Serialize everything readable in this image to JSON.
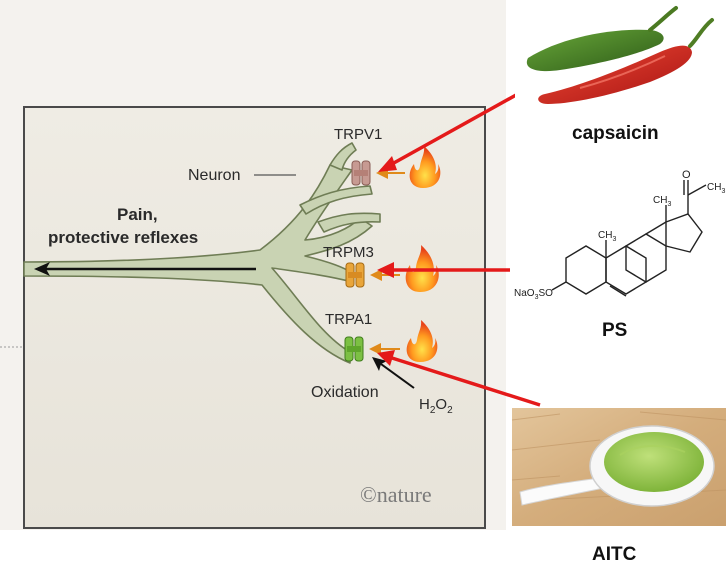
{
  "figure": {
    "channels": {
      "trpv1": "TRPV1",
      "trpm3": "TRPM3",
      "trpa1": "TRPA1"
    },
    "neuron_label": "Neuron",
    "pain_label_line1": "Pain,",
    "pain_label_line2": "protective reflexes",
    "oxidation_label": "Oxidation",
    "h2o2": {
      "h": "H",
      "sub1": "2",
      "o": "O",
      "sub2": "2"
    },
    "credit": "©nature"
  },
  "stimuli": {
    "capsaicin": {
      "label": "capsaicin",
      "image": "chili-peppers"
    },
    "ps": {
      "label": "PS",
      "structure": {
        "o_label": "O",
        "ch3_label": "CH",
        "ch3_sub": "3",
        "na_label": "NaO",
        "na_sub": "3",
        "na_tail": "SO"
      }
    },
    "aitc": {
      "label": "AITC",
      "image": "wasabi-spoon"
    }
  },
  "colors": {
    "panel_bg": "#ece9e0",
    "panel_border": "#4a4a4a",
    "neuron_fill": "#c9d3b3",
    "neuron_stroke": "#6f7d55",
    "arrow_red": "#e41a1a",
    "trpv1": "#c79a92",
    "trpm3": "#e9a53a",
    "trpa1": "#7cc043"
  }
}
